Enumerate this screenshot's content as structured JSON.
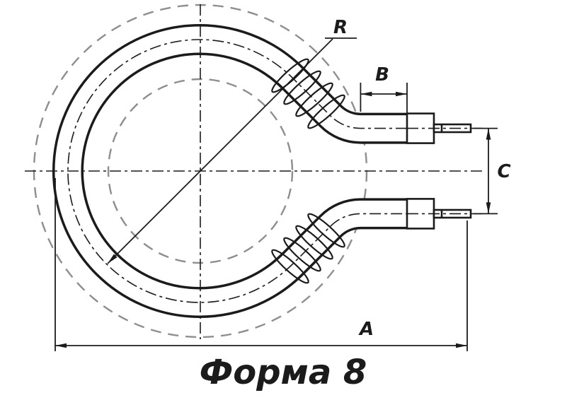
{
  "title": "Форма 8",
  "labels": {
    "radius": "R",
    "b": "B",
    "c": "C",
    "a": "A"
  },
  "colors": {
    "line": "#1b1b1b",
    "dashed": "#8e8e8e",
    "background": "#ffffff"
  }
}
